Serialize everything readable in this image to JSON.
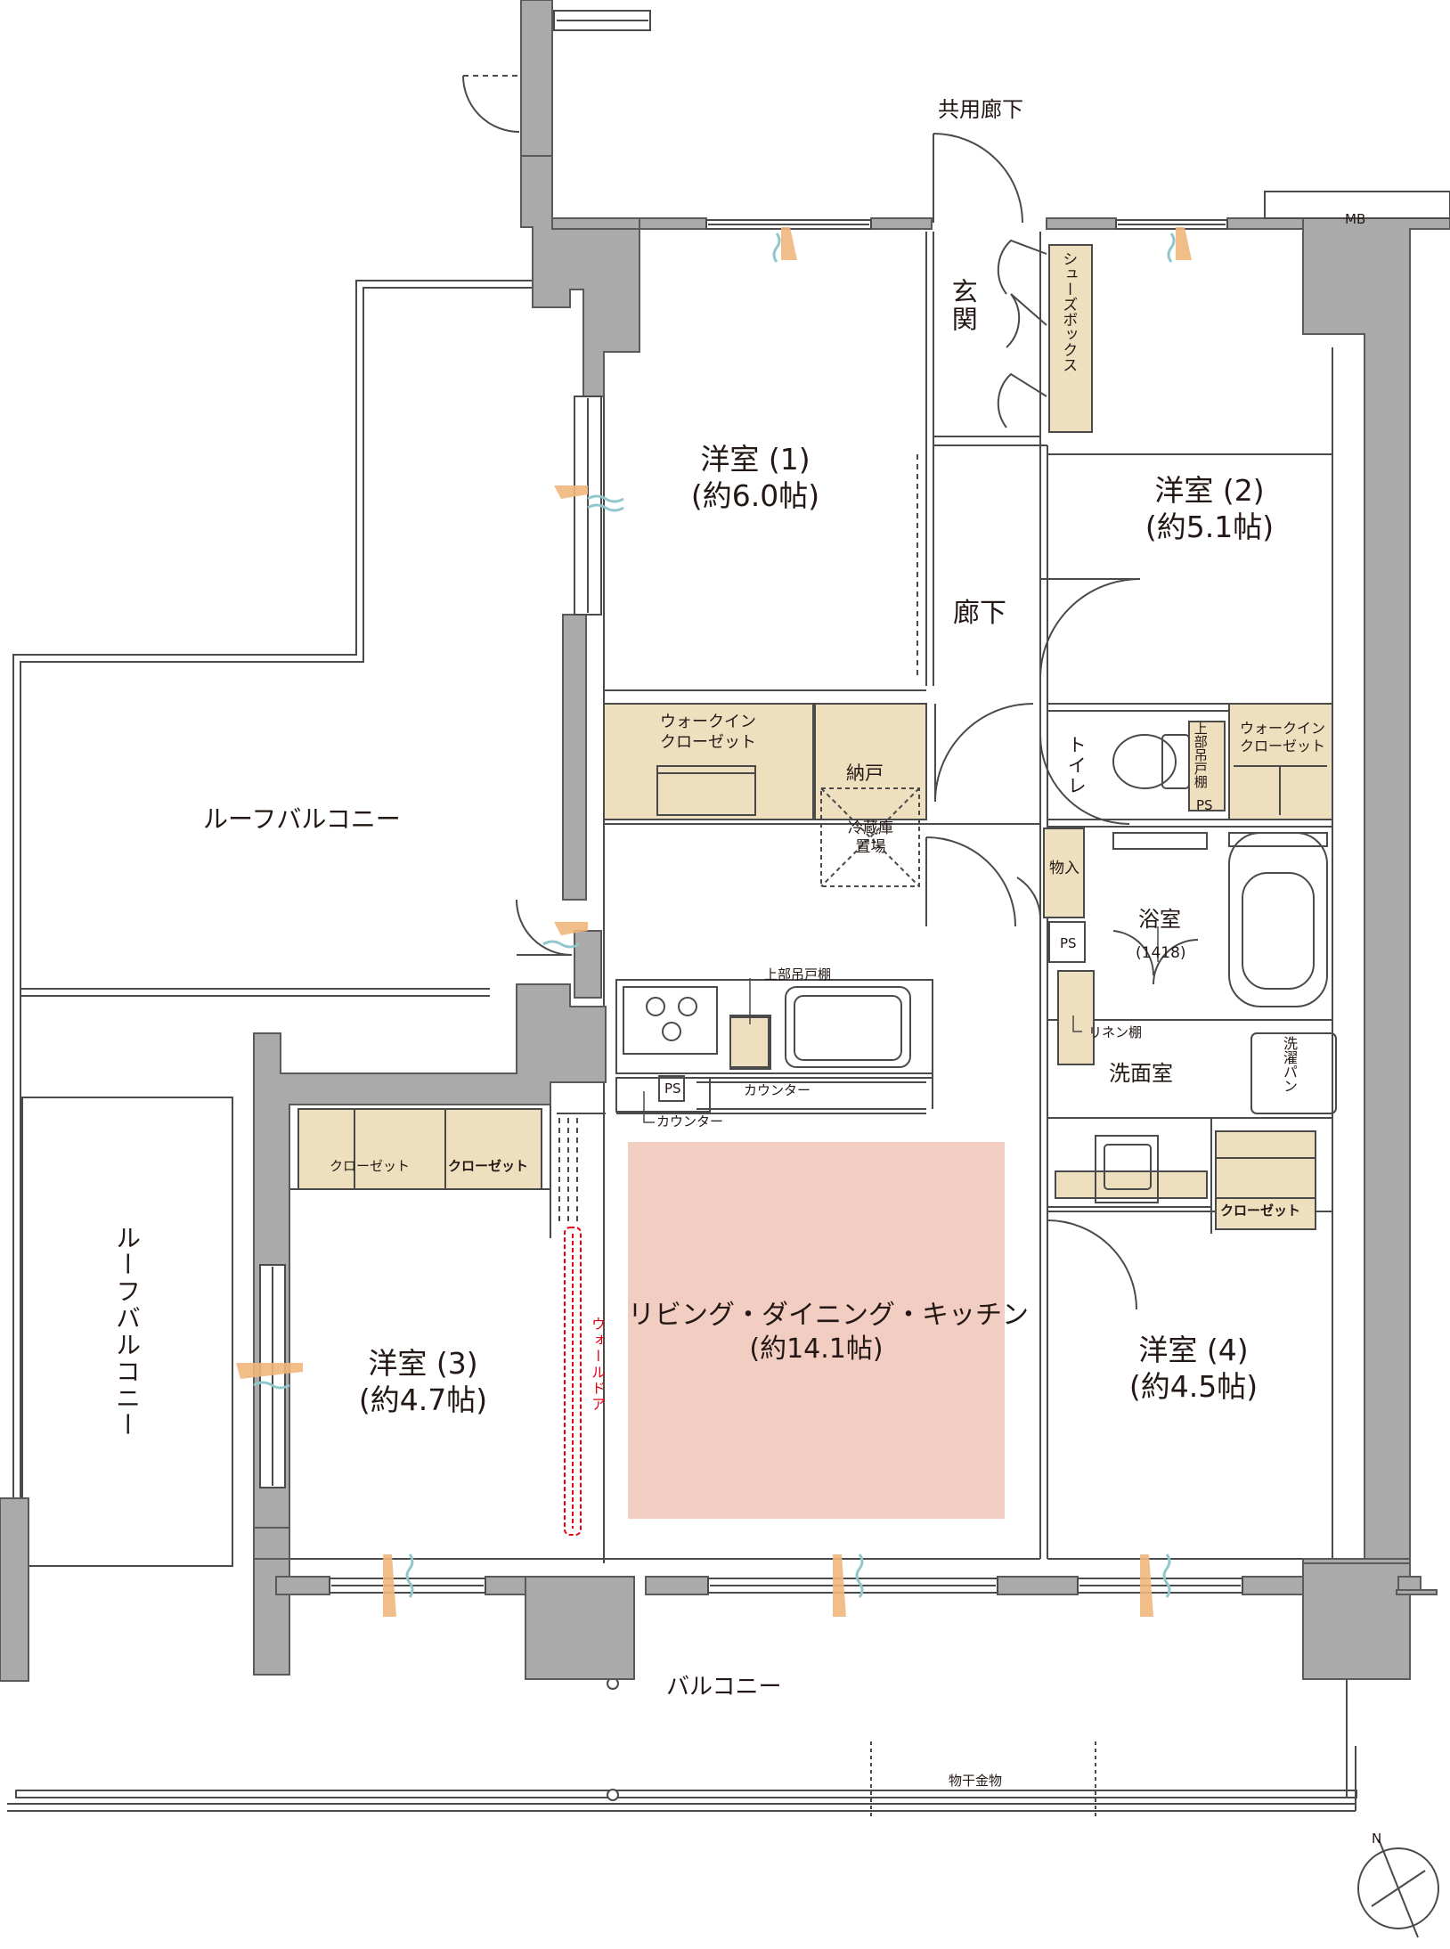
{
  "colors": {
    "wall": "#aaaaaa",
    "wall_stroke": "#5a5a5a",
    "line": "#4a4a4a",
    "storage": "#eedfbf",
    "ldk_fill": "#f2cdc1",
    "wall_door": "#e60012",
    "wind_orange": "#f0b77d",
    "wind_blue": "#8fc7cc"
  },
  "labels": {
    "common_corridor": "共用廊下",
    "mb": "MB",
    "genkan": "玄関",
    "shoebox": "シューズボックス",
    "room1_name": "洋室 (1)",
    "room1_size": "(約6.0帖)",
    "room2_name": "洋室 (2)",
    "room2_size": "(約5.1帖)",
    "room3_name": "洋室 (3)",
    "room3_size": "(約4.7帖)",
    "room4_name": "洋室 (4)",
    "room4_size": "(約4.5帖)",
    "corridor": "廊下",
    "roof_balcony_top": "ルーフバルコニー",
    "roof_balcony_left": "ルーフバルコニー",
    "wic1": "ウォークイン\nクローゼット",
    "wic2": "ウォークイン\nクローゼット",
    "nando": "納戸",
    "fridge": "冷蔵庫\n置場",
    "toilet": "トイレ",
    "upper_shelf_toilet": "上部吊戸棚",
    "ps_toilet": "PS",
    "storage_in": "物入",
    "ps_bath": "PS",
    "bath_name": "浴室",
    "bath_size": "(1418)",
    "linen": "リネン棚",
    "washroom": "洗面室",
    "laundry_pan": "洗濯パン",
    "upper_shelf_kitchen": "上部吊戸棚",
    "counter1": "カウンター",
    "ps_kitchen": "PS",
    "counter2": "カウンター",
    "closet_a": "クローゼット",
    "closet_b": "クローゼット",
    "closet_c": "クローゼット",
    "ldk_name": "リビング・ダイニング・キッチン",
    "ldk_size": "(約14.1帖)",
    "wall_door": "ウォールドア",
    "balcony": "バルコニー",
    "drying": "物干金物",
    "north": "N"
  }
}
